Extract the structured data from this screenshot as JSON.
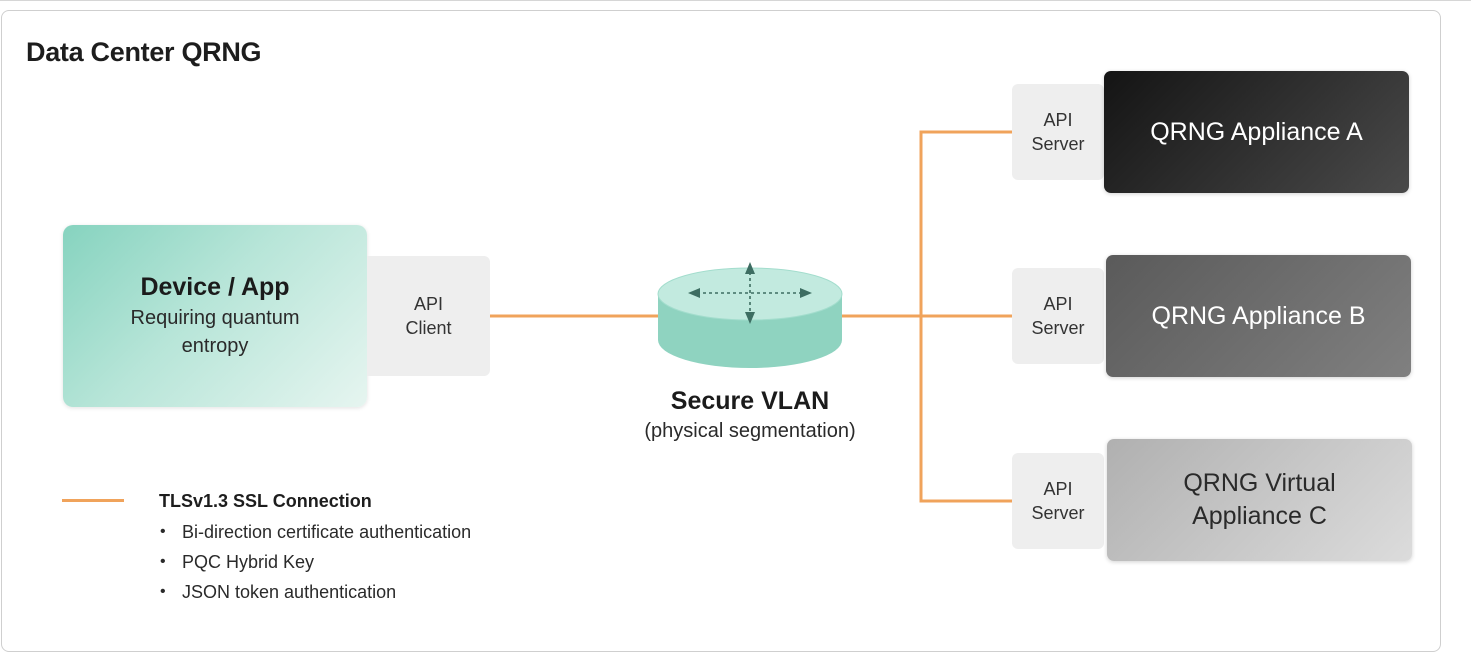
{
  "title": "Data Center QRNG",
  "device": {
    "name": "Device / App",
    "description": "Requiring quantum entropy",
    "api_label_line1": "API",
    "api_label_line2": "Client"
  },
  "vlan": {
    "name": "Secure VLAN",
    "description": "(physical segmentation)"
  },
  "appliances": [
    {
      "name": "QRNG Appliance A",
      "api_line1": "API",
      "api_line2": "Server"
    },
    {
      "name": "QRNG Appliance B",
      "api_line1": "API",
      "api_line2": "Server"
    },
    {
      "name": "QRNG Virtual Appliance C",
      "api_line1": "API",
      "api_line2": "Server"
    }
  ],
  "legend": {
    "title": "TLSv1.3 SSL Connection",
    "items": [
      "Bi-direction certificate authentication",
      "PQC Hybrid Key",
      "JSON token authentication"
    ],
    "bullet": "•"
  },
  "colors": {
    "connection": "#f0a35b",
    "vlan": "#9ad8c6",
    "device": "#86d3bf",
    "appliance_a": "#1c1c1c",
    "appliance_b": "#666666",
    "appliance_c": "#c6c6c6"
  }
}
